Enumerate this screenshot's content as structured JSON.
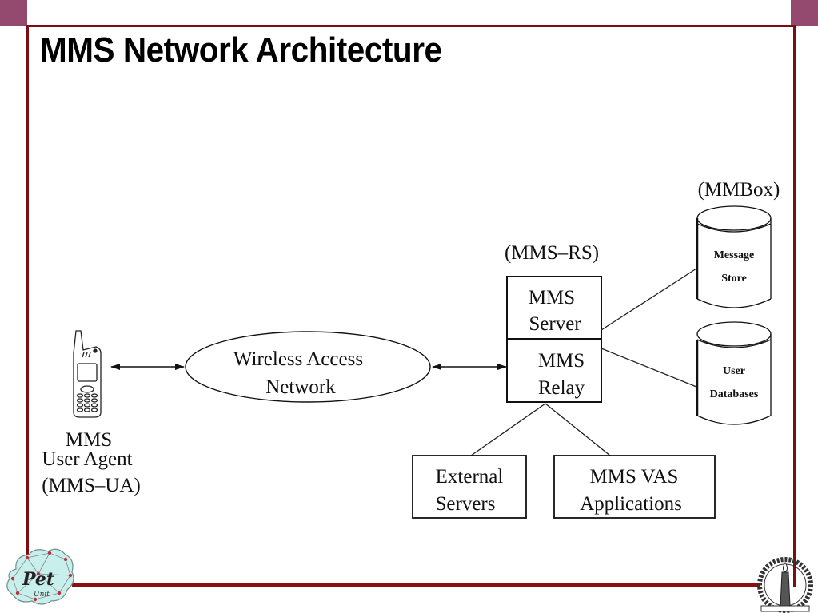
{
  "slide": {
    "title": "MMS Network Architecture",
    "accent_color": "#7b0e12",
    "corner_color": "#944a6e"
  },
  "diagram": {
    "user_agent": {
      "icon": "mobile-phone-icon",
      "line1": "MMS",
      "line2": "User Agent",
      "line3": "(MMS–UA)"
    },
    "wireless_network": {
      "line1": "Wireless Access",
      "line2": "Network"
    },
    "relay_server": {
      "group_label": "(MMS–RS)",
      "server_line1": "MMS",
      "server_line2": "Server",
      "relay_line1": "MMS",
      "relay_line2": "Relay"
    },
    "mmbox": {
      "group_label": "(MMBox)",
      "store_line1": "Message",
      "store_line2": "Store"
    },
    "user_db": {
      "line1": "User",
      "line2": "Databases"
    },
    "external_servers": {
      "line1": "External",
      "line2": "Servers"
    },
    "vas": {
      "line1": "MMS VAS",
      "line2": "Applications"
    }
  },
  "logos": {
    "left": "pet-unit-logo",
    "left_text": "Pet",
    "left_subtext": "Unit",
    "right": "institute-emblem-logo"
  }
}
